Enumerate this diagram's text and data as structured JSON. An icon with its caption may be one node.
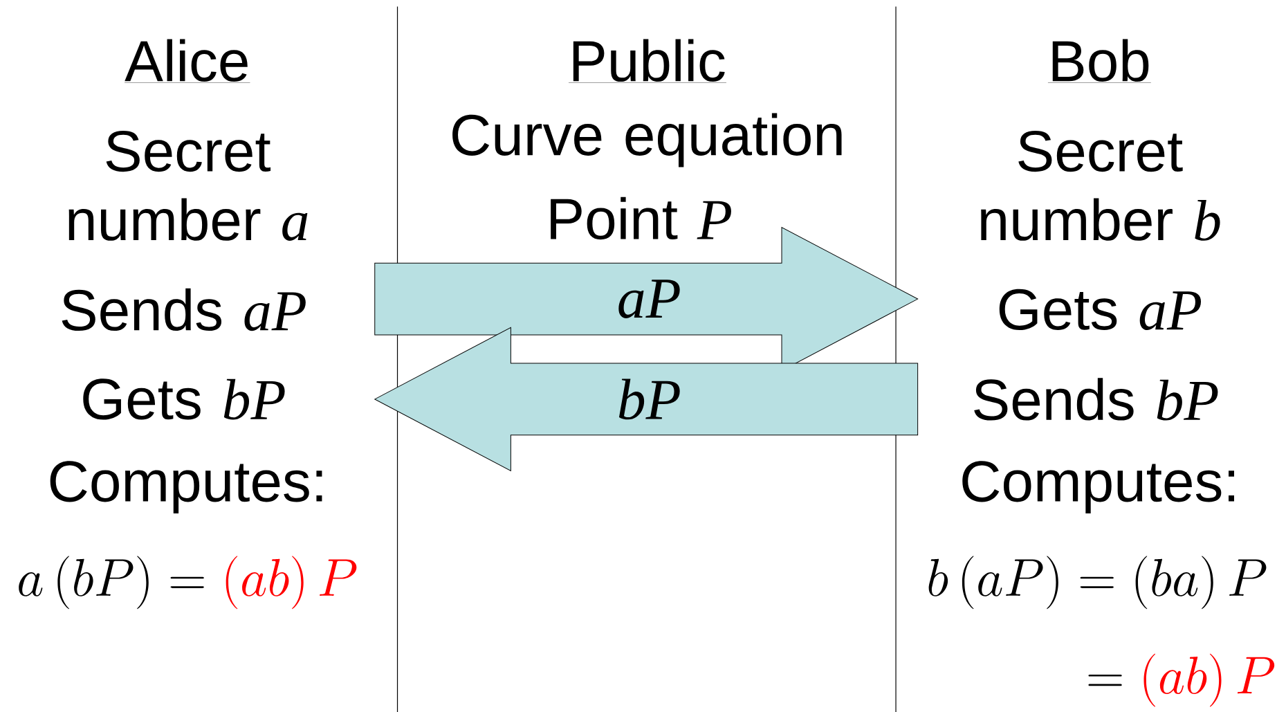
{
  "diagram": {
    "nodes": [
      {
        "text": [
          "Alice",
          "Secret number *a*",
          "Sends *aP*",
          "Gets  *bP*",
          "Computes:",
          "a\\left(bP\\right)=\\textcolor[HTML]{FF0000}{\\left(ab\\right)P}"
        ]
      },
      {
        "text": [
          "Public",
          "Curve equation",
          "Point  *P*"
        ]
      },
      {
        "text": [
          "Bob",
          "Secret number *b*",
          "Gets  *aP*",
          "Sends *bP*",
          "Computes:",
          "b\\left(aP\\right)=\\left(ba\\right)P",
          "=\\textcolor[HTML]{FF0000}{\\left(ab\\right)P}"
        ]
      }
    ],
    "edges": [
      {
        "from": 0,
        "to": 2,
        "arrow": "to",
        "label": "*aP*"
      },
      {
        "from": 2,
        "to": 0,
        "arrow": "to",
        "label": "*bP*"
      }
    ]
  }
}
